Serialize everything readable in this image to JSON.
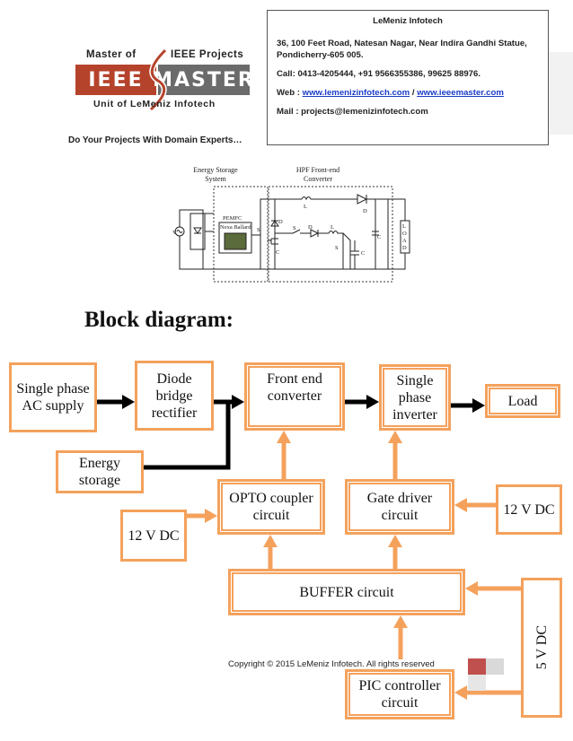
{
  "header": {
    "logo_top_left": "Master of",
    "logo_top_right": "IEEE Projects",
    "logo_band_left": "IEEE",
    "logo_band_right": "MASTER",
    "logo_bottom": "Unit of LeMeniz Infotech",
    "tagline": "Do Your Projects With Domain Experts…"
  },
  "contact": {
    "company": "LeMeniz Infotech",
    "address_line1": "36, 100 Feet Road, Natesan Nagar, Near Indira Gandhi Statue,",
    "address_line2": "Pondicherry-605 005.",
    "call": "Call: 0413-4205444, +91 9566355386, 99625 88976.",
    "web_label": "Web : ",
    "web_link1": "www.lemenizinfotech.com",
    "web_sep": " / ",
    "web_link2": "www.ieeemaster.com",
    "mail": "Mail : projects@lemenizinfotech.com"
  },
  "circuit": {
    "label_storage": "Energy Storage\nSystem",
    "label_frontend": "HPF Front-end\nConverter",
    "label_pemfc": "PEMFC\nNexa Ballard",
    "label_load": "LOAD",
    "label_vin": "Vᵢₙ",
    "labels": [
      "S₁",
      "D₁",
      "S₂",
      "D₂",
      "Lᵦ",
      "L₁",
      "S₃",
      "Dᵦ",
      "Cₛc",
      "Cᵦ",
      "Cᴅ"
    ]
  },
  "diagram_heading": "Block diagram:",
  "blocks": {
    "single_phase_ac": "Single phase AC supply",
    "diode_bridge": "Diode bridge rectifier",
    "front_end": "Front end converter",
    "single_phase_inverter": "Single phase inverter",
    "load": "Load",
    "energy_storage": "Energy storage",
    "opto": "OPTO coupler circuit",
    "gate_driver": "Gate driver circuit",
    "dc12_left": "12 V DC",
    "dc12_right": "12 V DC",
    "buffer": "BUFFER circuit",
    "pic": "PIC controller circuit",
    "dc5": "5 V DC"
  },
  "footer": {
    "copyright": "Copyright © 2015 LeMeniz Infotech. All rights reserved"
  },
  "colors": {
    "block_border": "#f4a15c",
    "arrow_orange": "#f4a15c",
    "arrow_black": "#000000",
    "logo_band": "#b5432b",
    "link": "#1a3cc8"
  }
}
